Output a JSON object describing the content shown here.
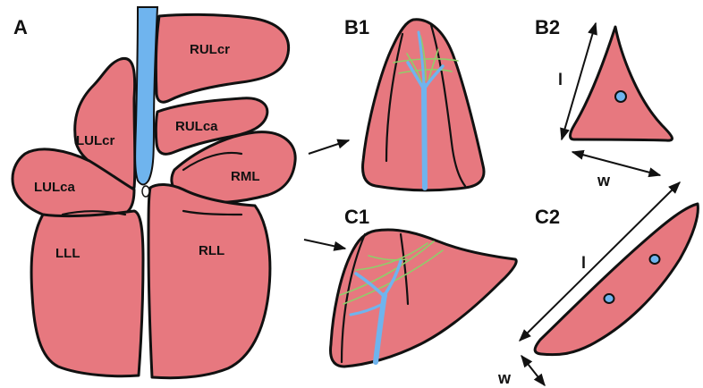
{
  "colors": {
    "lung": "#e7787f",
    "airway": "#6fb4ee",
    "vessel_green": "#8fce6a",
    "outline": "#111111"
  },
  "panels": {
    "a": "A",
    "b1": "B1",
    "b2": "B2",
    "c1": "C1",
    "c2": "C2"
  },
  "lobes": {
    "rul_cr": "RULcr",
    "rul_ca": "RULca",
    "rml": "RML",
    "rll": "RLL",
    "lul_cr": "LULcr",
    "lul_ca": "LULca",
    "lll": "LLL"
  },
  "dimensions": {
    "b2_length": "l",
    "b2_width": "w",
    "c2_length": "l",
    "c2_width": "w"
  }
}
